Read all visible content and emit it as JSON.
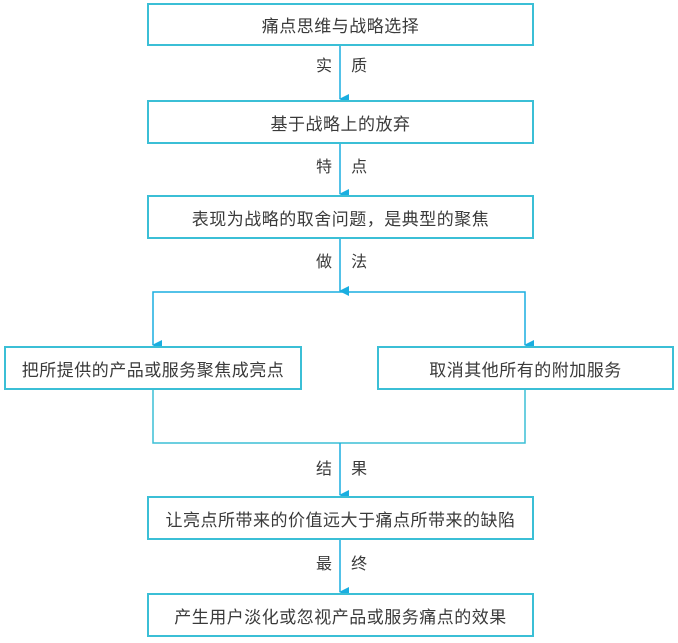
{
  "diagram": {
    "type": "flowchart",
    "line_color": "#1aaee0",
    "box_border_color": "#3bbfd6",
    "text_color": "#3a3a3a",
    "nodes": [
      {
        "id": "n1",
        "label": "痛点思维与战略选择"
      },
      {
        "id": "n2",
        "label": "基于战略上的放弃"
      },
      {
        "id": "n3",
        "label": "表现为战略的取舍问题，是典型的聚焦"
      },
      {
        "id": "n4",
        "label": "把所提供的产品或服务聚焦成亮点"
      },
      {
        "id": "n5",
        "label": "取消其他所有的附加服务"
      },
      {
        "id": "n6",
        "label": "让亮点所带来的价值远大于痛点所带来的缺陷"
      },
      {
        "id": "n7",
        "label": "产生用户淡化或忽视产品或服务痛点的效果"
      }
    ],
    "edges": [
      {
        "from": "n1",
        "to": "n2",
        "label": [
          "实",
          "质"
        ]
      },
      {
        "from": "n2",
        "to": "n3",
        "label": [
          "特",
          "点"
        ]
      },
      {
        "from": "n3",
        "to": [
          "n4",
          "n5"
        ],
        "label": [
          "做",
          "法"
        ]
      },
      {
        "from": [
          "n4",
          "n5"
        ],
        "to": "n6",
        "label": [
          "结",
          "果"
        ]
      },
      {
        "from": "n6",
        "to": "n7",
        "label": [
          "最",
          "终"
        ]
      }
    ]
  }
}
